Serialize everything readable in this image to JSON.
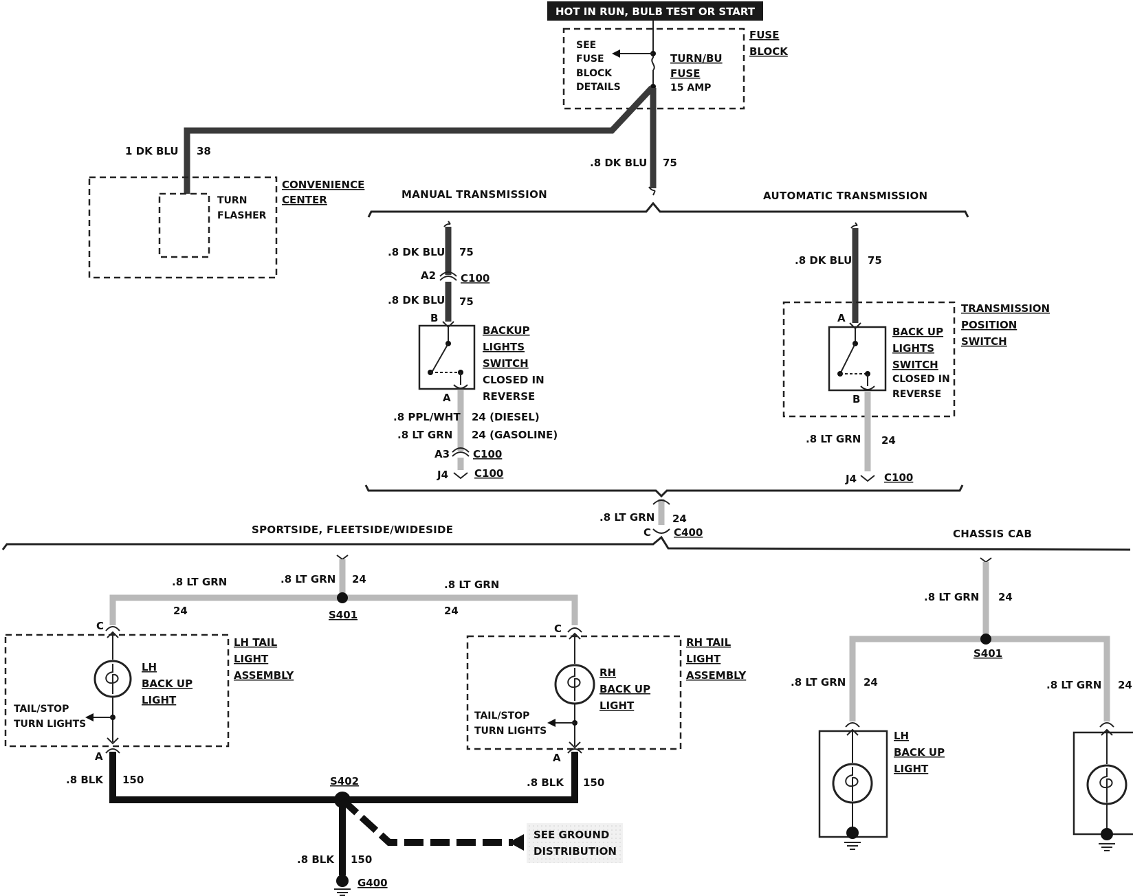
{
  "banner": "HOT IN RUN, BULB TEST OR START",
  "fuse_block": {
    "title_line1": "FUSE",
    "title_line2": "BLOCK",
    "details": [
      "SEE",
      "FUSE",
      "BLOCK",
      "DETAILS"
    ],
    "fuse_name_1": "TURN/BU",
    "fuse_name_2": "FUSE",
    "fuse_rating": "15 AMP"
  },
  "convenience": {
    "title_line1": "CONVENIENCE",
    "title_line2": "CENTER",
    "flasher_1": "TURN",
    "flasher_2": "FLASHER",
    "wire_label": "1 DK BLU",
    "wire_num": "38"
  },
  "main_feed": {
    "label": ".8 DK BLU",
    "num": "75"
  },
  "sections": {
    "manual": "MANUAL TRANSMISSION",
    "automatic": "AUTOMATIC TRANSMISSION",
    "sportside": "SPORTSIDE, FLEETSIDE/WIDESIDE",
    "chassis": "CHASSIS CAB"
  },
  "manual": {
    "w1_label": ".8 DK BLU",
    "w1_num": "75",
    "conn1_pin": "A2",
    "conn1": "C100",
    "w2_label": ".8 DK BLU",
    "w2_num": "75",
    "pin_top": "B",
    "pin_bot": "A",
    "switch": [
      "BACKUP",
      "LIGHTS",
      "SWITCH",
      "CLOSED IN",
      "REVERSE"
    ],
    "w3_label": ".8 PPL/WHT",
    "w3_num": "24 (DIESEL)",
    "w4_label": ".8 LT GRN",
    "w4_num": "24 (GASOLINE)",
    "conn2_pin": "A3",
    "conn2": "C100",
    "conn3_pin": "J4",
    "conn3": "C100"
  },
  "automatic": {
    "w1_label": ".8 DK BLU",
    "w1_num": "75",
    "pin_top": "A",
    "pin_bot": "B",
    "switch": [
      "BACK UP",
      "LIGHTS",
      "SWITCH",
      "CLOSED IN",
      "REVERSE"
    ],
    "tps": [
      "TRANSMISSION",
      "POSITION",
      "SWITCH"
    ],
    "w2_label": ".8 LT GRN",
    "w2_num": "24",
    "conn_pin": "J4",
    "conn": "C100"
  },
  "c400": {
    "label": ".8 LT GRN",
    "num": "24",
    "pin": "C",
    "conn": "C400"
  },
  "sport": {
    "center_label": ".8 LT GRN",
    "center_num": "24",
    "left_label": ".8 LT GRN",
    "left_num": "24",
    "right_label": ".8 LT GRN",
    "right_num": "24",
    "splice": "S401",
    "lh_pin_top": "C",
    "lh_pin_bot": "A",
    "rh_pin_top": "C",
    "rh_pin_bot": "A",
    "lh_assembly": [
      "LH TAIL",
      "LIGHT",
      "ASSEMBLY"
    ],
    "rh_assembly": [
      "RH TAIL",
      "LIGHT",
      "ASSEMBLY"
    ],
    "lh_bulb": [
      "LH",
      "BACK UP",
      "LIGHT"
    ],
    "rh_bulb": [
      "RH",
      "BACK UP",
      "LIGHT"
    ],
    "tail_1": "TAIL/STOP",
    "tail_2": "TURN LIGHTS",
    "lh_gnd_label": ".8 BLK",
    "lh_gnd_num": "150",
    "rh_gnd_label": ".8 BLK",
    "rh_gnd_num": "150",
    "splice2": "S402",
    "gnd_label": ".8 BLK",
    "gnd_num": "150",
    "ground": "G400",
    "see_ground_1": "SEE GROUND",
    "see_ground_2": "DISTRIBUTION"
  },
  "chassis": {
    "top_label": ".8 LT GRN",
    "top_num": "24",
    "splice": "S401",
    "lh_label": ".8 LT GRN",
    "lh_num": "24",
    "rh_label": ".8 LT GRN",
    "rh_num": "24",
    "lh_bulb": [
      "LH",
      "BACK UP",
      "LIGHT"
    ]
  }
}
